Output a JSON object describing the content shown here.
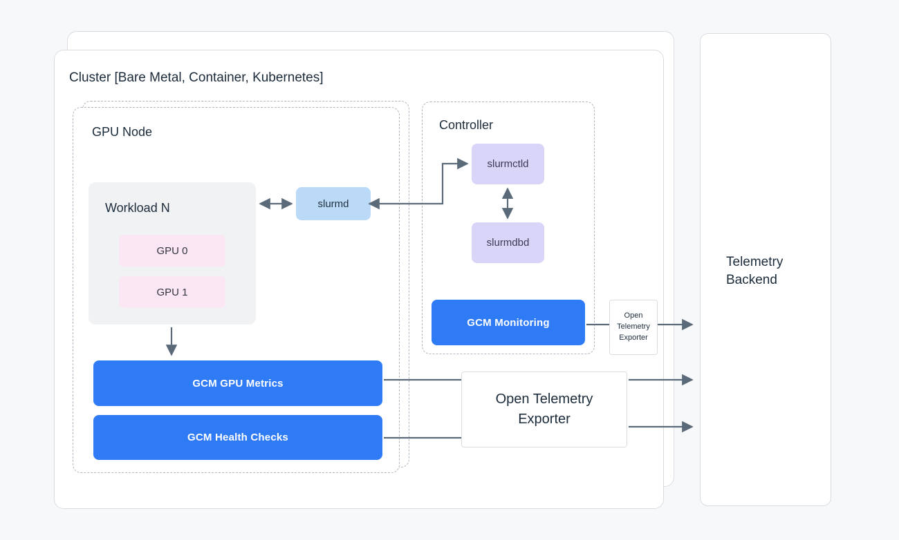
{
  "colors": {
    "page_bg": "#f7f8fa",
    "card_border": "#d9dde2",
    "dashed_border": "#aeb6bf",
    "blue": "#2f7bf6",
    "lavender": "#d9d5f8",
    "light_blue": "#badaf8",
    "pink": "#fbe7f4",
    "gray_box": "#f1f2f4",
    "line": "#5a6a78",
    "text_dark": "#1c2b3a"
  },
  "cluster": {
    "title": "Cluster [Bare Metal, Container, Kubernetes]"
  },
  "gpu_node": {
    "title": "GPU Node",
    "workload": {
      "title": "Workload N",
      "gpus": [
        "GPU 0",
        "GPU 1"
      ]
    },
    "slurmd_label": "slurmd",
    "gpu_metrics_label": "GCM GPU Metrics",
    "health_checks_label": "GCM Health Checks"
  },
  "controller": {
    "title": "Controller",
    "slurmctld_label": "slurmctld",
    "slurmdbd_label": "slurmdbd",
    "monitoring_label": "GCM Monitoring"
  },
  "otel_exporter_small": {
    "label": "Open Telemetry Exporter"
  },
  "otel_exporter_large": {
    "label": "Open Telemetry Exporter"
  },
  "telemetry_backend": {
    "label": "Telemetry Backend"
  }
}
